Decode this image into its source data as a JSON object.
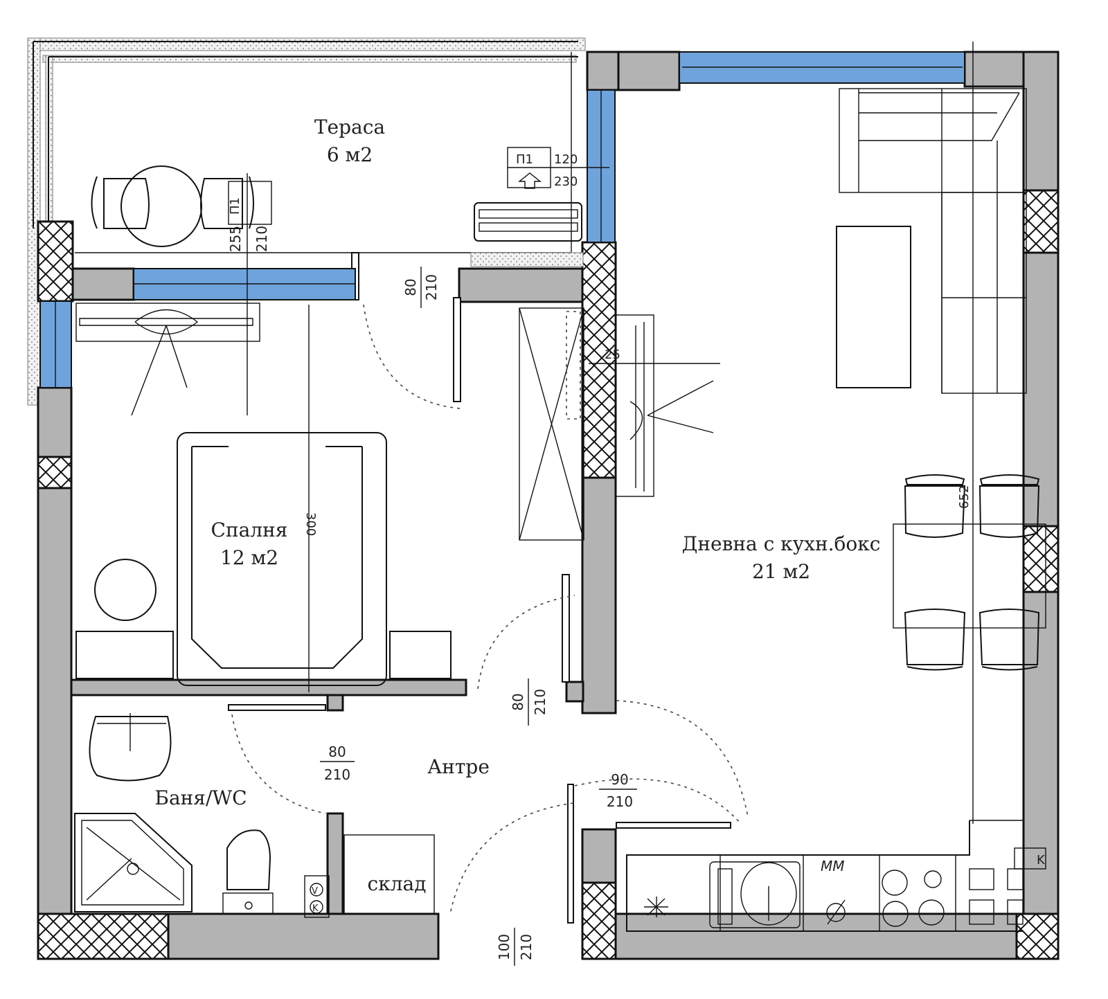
{
  "rooms": {
    "terrace": {
      "name": "Тераса",
      "area": "6 м2"
    },
    "bedroom": {
      "name": "Спалня",
      "area": "12 м2"
    },
    "living": {
      "name": "Дневна с кухн.бокс",
      "area": "21 м2"
    },
    "bathroom": {
      "name": "Баня/WC"
    },
    "hallway": {
      "name": "Антре"
    },
    "storage": {
      "name": "склад"
    }
  },
  "doors": {
    "terrace_door": {
      "width": "80",
      "height": "210"
    },
    "bedroom_door": {
      "width": "80",
      "height": "210"
    },
    "bathroom_door": {
      "width": "80",
      "height": "210"
    },
    "living_door": {
      "width": "90",
      "height": "210"
    },
    "entrance_door": {
      "width": "100",
      "height": "210"
    }
  },
  "windows": {
    "p1_terrace": {
      "code": "П1",
      "width": "120",
      "height": "230"
    },
    "p1_small": {
      "code": "П1",
      "width": "255",
      "height": "210"
    }
  },
  "dimensions": {
    "bedroom_length": "300",
    "dining_dim": "652",
    "tv_mark": "25"
  },
  "appliances": {
    "dishwasher": "MM",
    "boiler_v": "V",
    "boiler_k": "K"
  },
  "colors": {
    "wall": "#b3b3b3",
    "glass": "#6fa3dc",
    "line": "#111111"
  }
}
